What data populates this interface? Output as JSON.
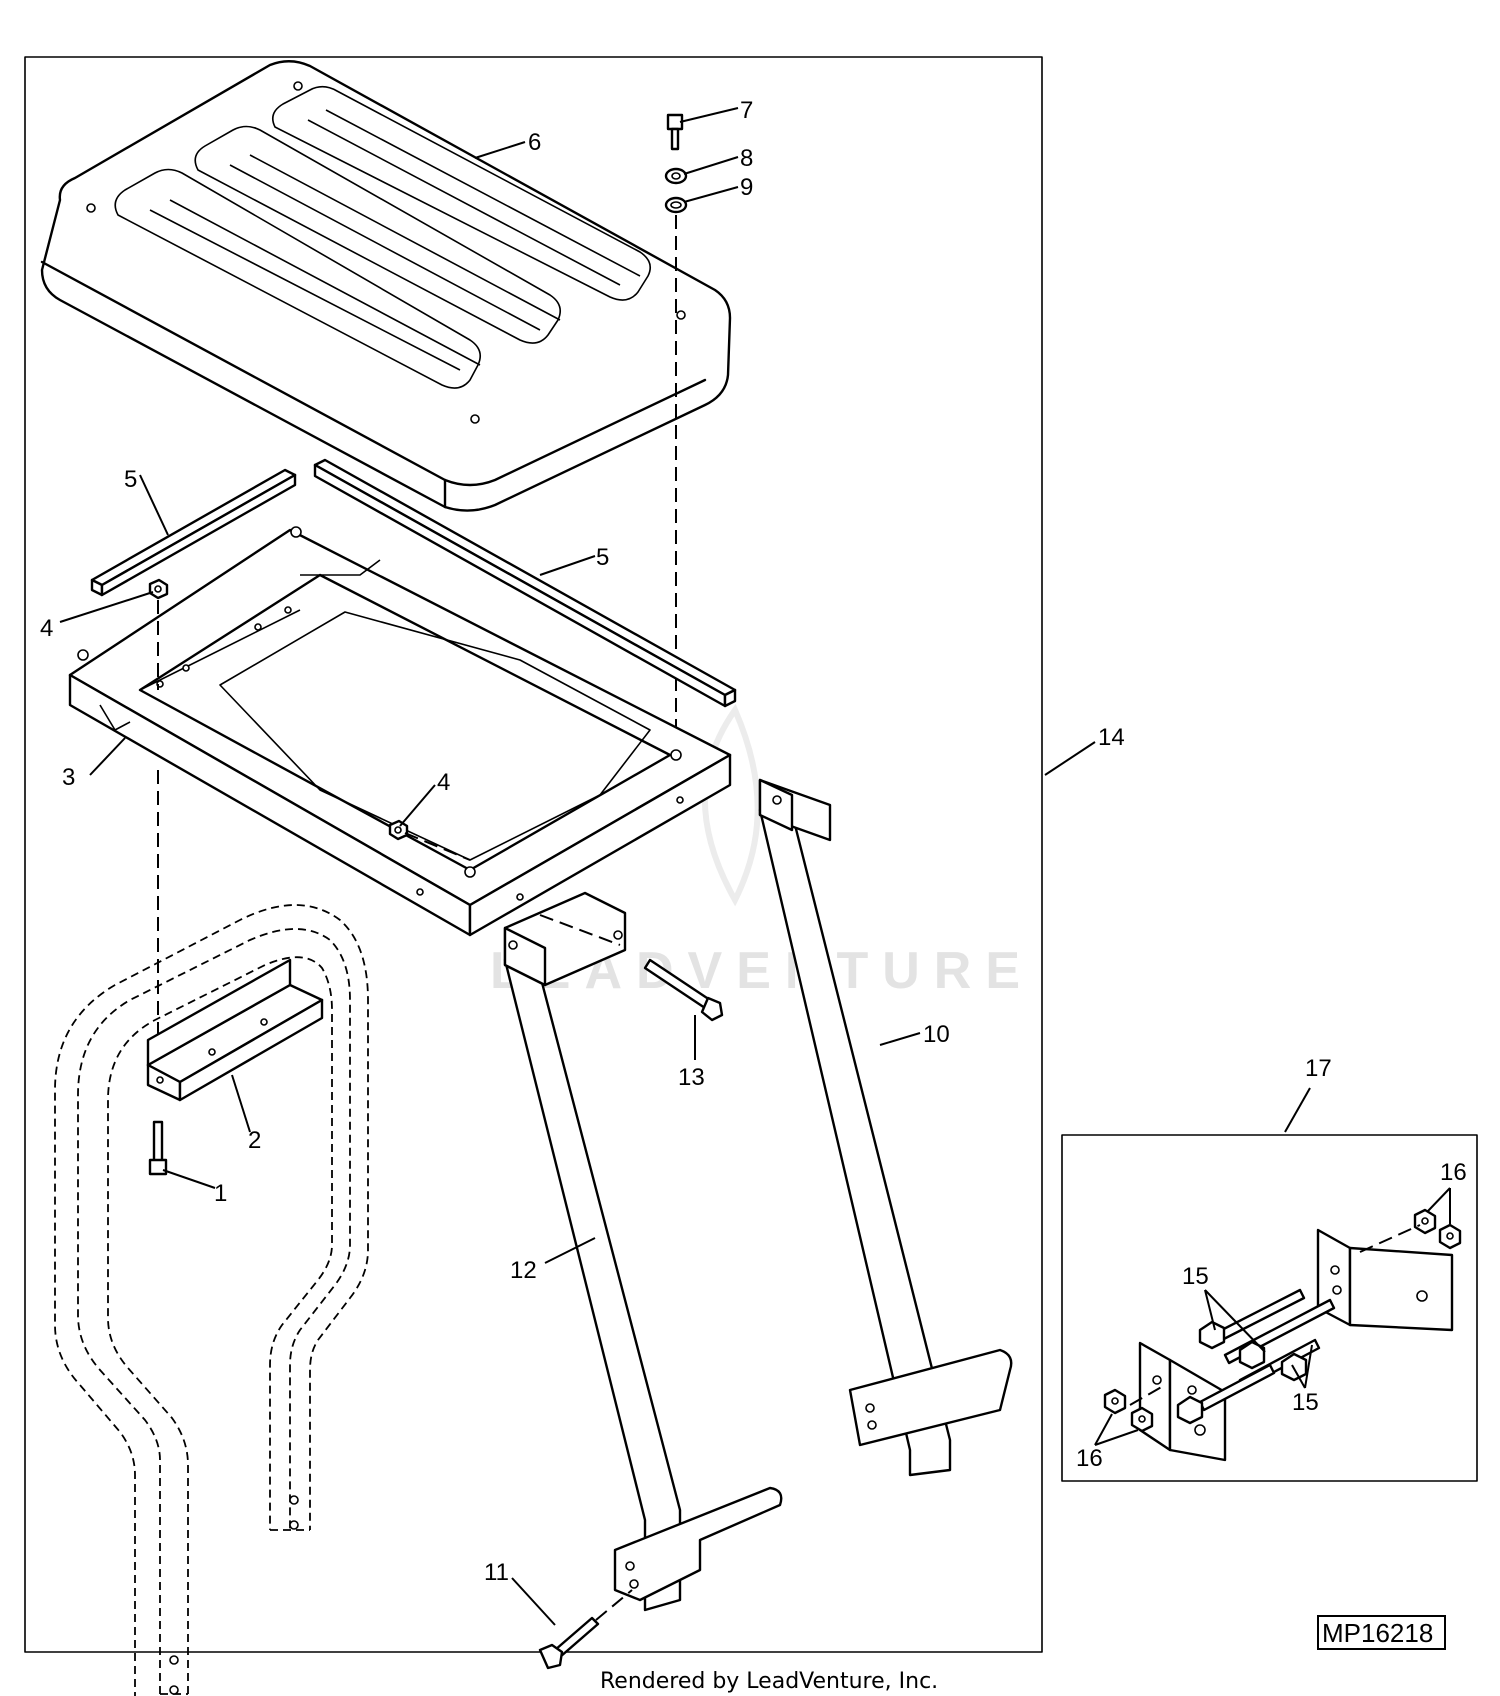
{
  "callouts": [
    "1",
    "2",
    "3",
    "4",
    "5",
    "6",
    "7",
    "8",
    "9",
    "10",
    "11",
    "12",
    "13",
    "14",
    "15",
    "16",
    "17"
  ],
  "figure_code": "MP16218",
  "footer": "Rendered by LeadVenture, Inc.",
  "watermark": "LEADVENTURE"
}
